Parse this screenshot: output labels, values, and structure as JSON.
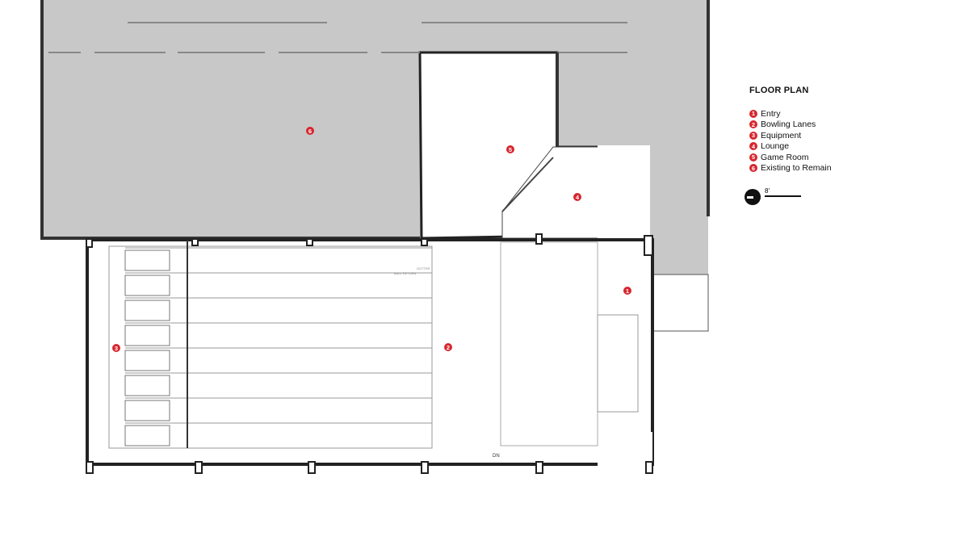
{
  "legend": {
    "title": "FLOOR PLAN",
    "items": [
      {
        "num": "1",
        "label": "Entry"
      },
      {
        "num": "2",
        "label": "Bowling Lanes"
      },
      {
        "num": "3",
        "label": "Equipment"
      },
      {
        "num": "4",
        "label": "Lounge"
      },
      {
        "num": "5",
        "label": "Game Room"
      },
      {
        "num": "6",
        "label": "Existing to Remain"
      }
    ]
  },
  "scale": {
    "label": "8'"
  },
  "annotations": {
    "gutter": "GUTTER",
    "ball_return": "BALL RETURN",
    "stairs_down": "DN"
  },
  "colors": {
    "marker": "#d7262e",
    "existing": "#c8c8c8",
    "wall": "#222222"
  }
}
